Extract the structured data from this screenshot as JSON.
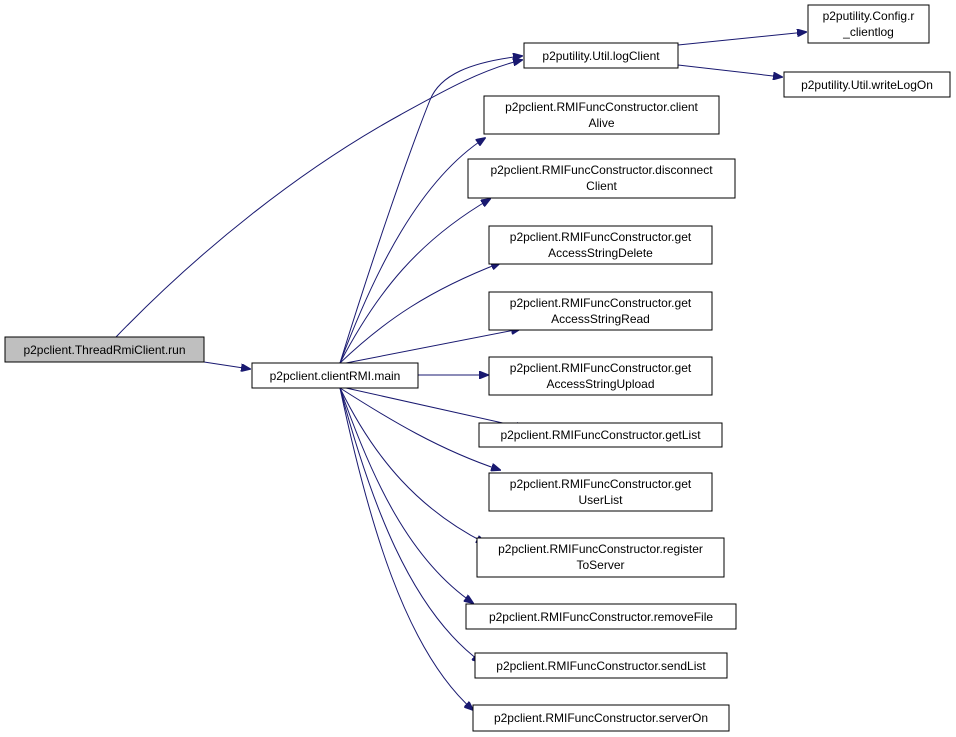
{
  "colors": {
    "edge": "#191970",
    "node_border": "#000000",
    "node_fill": "#ffffff",
    "root_fill": "#bfbfbf"
  },
  "nodes": {
    "run": [
      "p2pclient.ThreadRmiClient.run"
    ],
    "main": [
      "p2pclient.clientRMI.main"
    ],
    "logClient": [
      "p2putility.Util.logClient"
    ],
    "config": [
      "p2putility.Config.r",
      "_clientlog"
    ],
    "writeLogOn": [
      "p2putility.Util.writeLogOn"
    ],
    "clientAlive": [
      "p2pclient.RMIFuncConstructor.client",
      "Alive"
    ],
    "disconnectClient": [
      "p2pclient.RMIFuncConstructor.disconnect",
      "Client"
    ],
    "getAccessStringDelete": [
      "p2pclient.RMIFuncConstructor.get",
      "AccessStringDelete"
    ],
    "getAccessStringRead": [
      "p2pclient.RMIFuncConstructor.get",
      "AccessStringRead"
    ],
    "getAccessStringUpload": [
      "p2pclient.RMIFuncConstructor.get",
      "AccessStringUpload"
    ],
    "getList": [
      "p2pclient.RMIFuncConstructor.getList"
    ],
    "getUserList": [
      "p2pclient.RMIFuncConstructor.get",
      "UserList"
    ],
    "registerToServer": [
      "p2pclient.RMIFuncConstructor.register",
      "ToServer"
    ],
    "removeFile": [
      "p2pclient.RMIFuncConstructor.removeFile"
    ],
    "sendList": [
      "p2pclient.RMIFuncConstructor.sendList"
    ],
    "serverOn": [
      "p2pclient.RMIFuncConstructor.serverOn"
    ]
  }
}
